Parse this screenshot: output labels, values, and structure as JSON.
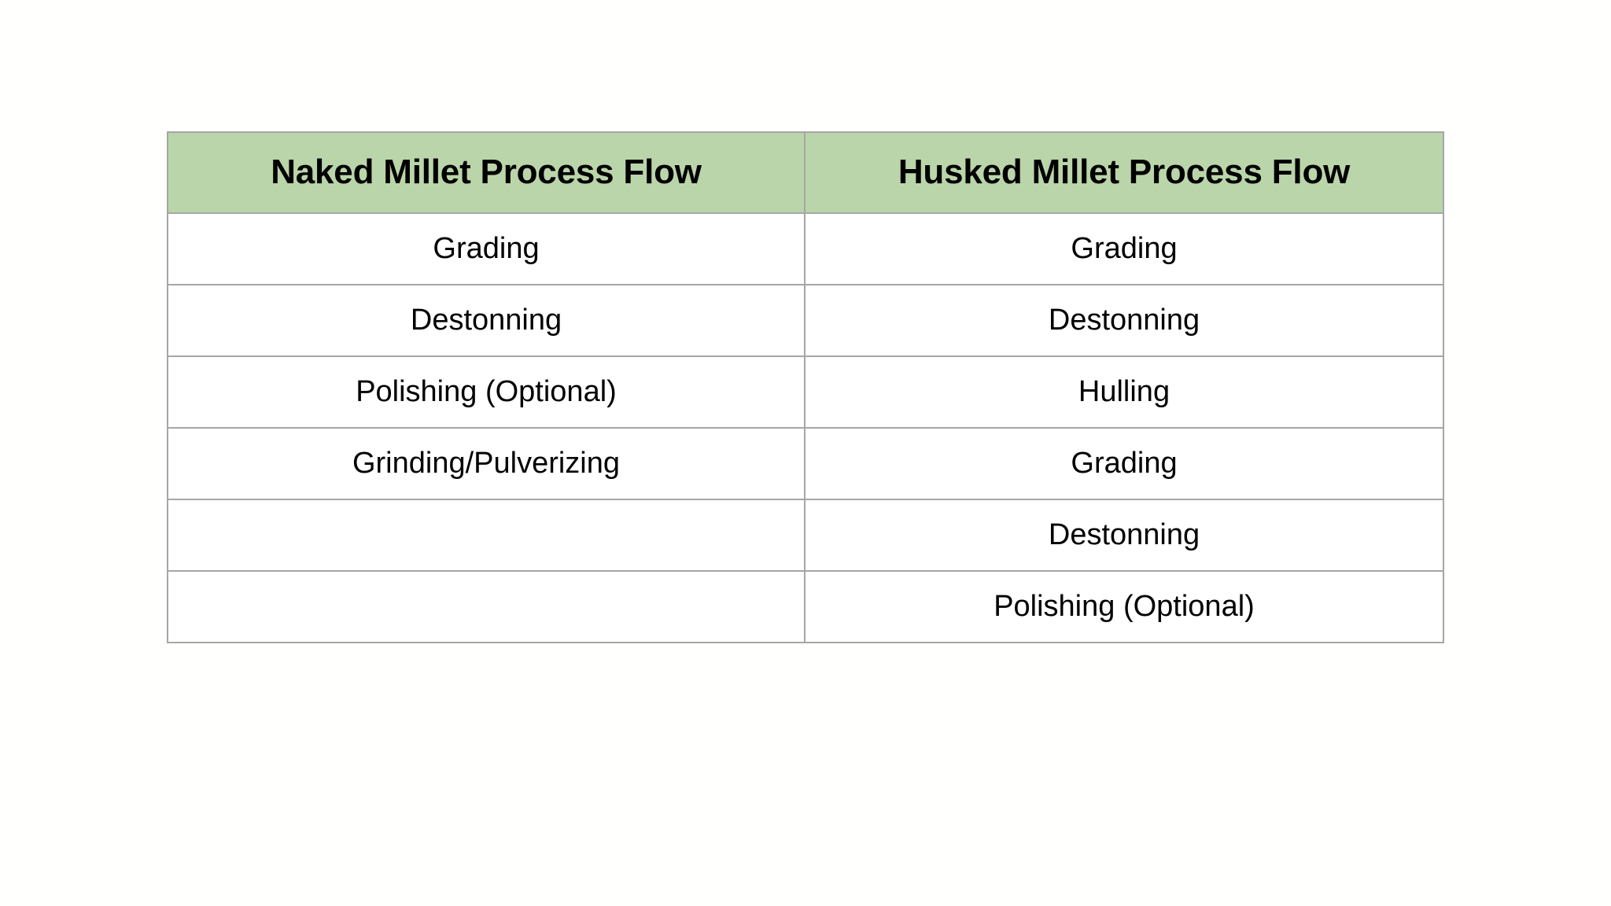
{
  "page": {
    "background_color": "#fffffe"
  },
  "table": {
    "name": "millet-process-flow-comparison-table",
    "header_background_color": "#bad5a9",
    "border_color": "#a6a6a6",
    "body_background_color": "#ffffff",
    "text_color": "#000000",
    "columns": [
      {
        "key": "naked",
        "header": "Naked Millet Process Flow"
      },
      {
        "key": "husked",
        "header": "Husked Millet Process Flow"
      }
    ],
    "rows": [
      {
        "naked": "Grading",
        "husked": "Grading"
      },
      {
        "naked": "Destonning",
        "husked": "Destonning"
      },
      {
        "naked": "Polishing (Optional)",
        "husked": "Hulling"
      },
      {
        "naked": "Grinding/Pulverizing",
        "husked": "Grading"
      },
      {
        "naked": "",
        "husked": "Destonning"
      },
      {
        "naked": "",
        "husked": "Polishing (Optional)"
      }
    ]
  }
}
